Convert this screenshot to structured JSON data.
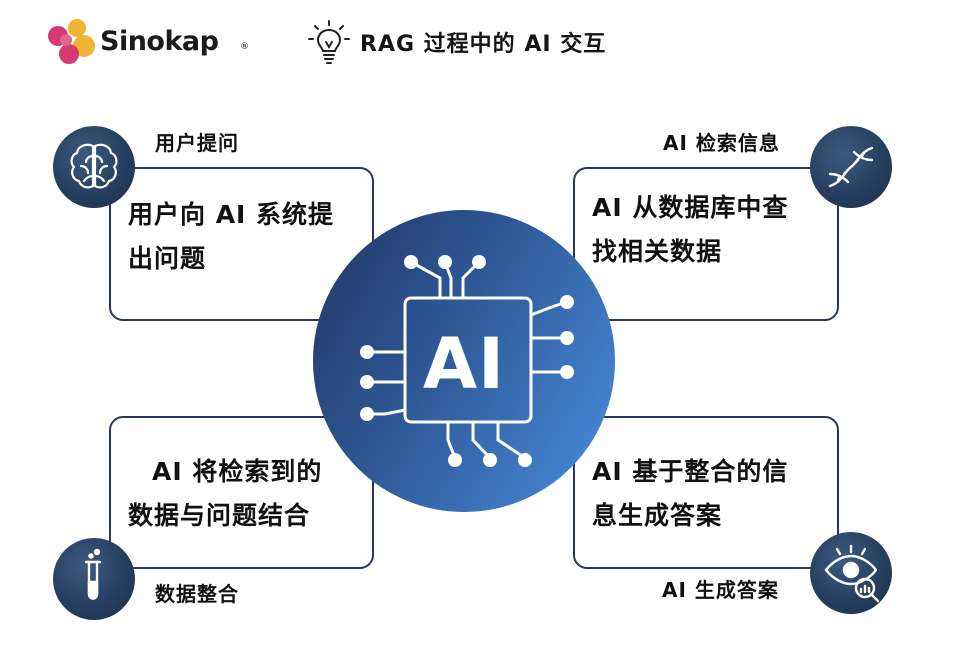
{
  "brand": {
    "name": "Sinokap",
    "registered_mark": "®",
    "colors": {
      "magenta": "#d43a73",
      "pink": "#e0668f",
      "yellow": "#f0b533"
    }
  },
  "header": {
    "title": "RAG 过程中的 AI 交互",
    "icon": "lightbulb-icon"
  },
  "center": {
    "label": "AI",
    "icon": "ai-chip-icon",
    "gradient": [
      "#213563",
      "#4a8ee0"
    ]
  },
  "steps": [
    {
      "label": "用户提问",
      "text_lines": [
        "用户向 AI 系统提",
        "出问题"
      ],
      "icon": "brain-icon"
    },
    {
      "label": "AI 检索信息",
      "text_lines": [
        "AI 从数据库中查",
        "找相关数据"
      ],
      "icon": "dna-icon"
    },
    {
      "label": "数据整合",
      "text_lines": [
        "AI 将检索到的",
        "数据与问题结合"
      ],
      "icon": "test-tube-icon"
    },
    {
      "label": "AI 生成答案",
      "text_lines": [
        "AI 基于整合的信",
        "息生成答案"
      ],
      "icon": "eye-magnifier-icon"
    }
  ],
  "colors": {
    "box_border": "#2b3560",
    "icon_bg": "#263f5e"
  }
}
